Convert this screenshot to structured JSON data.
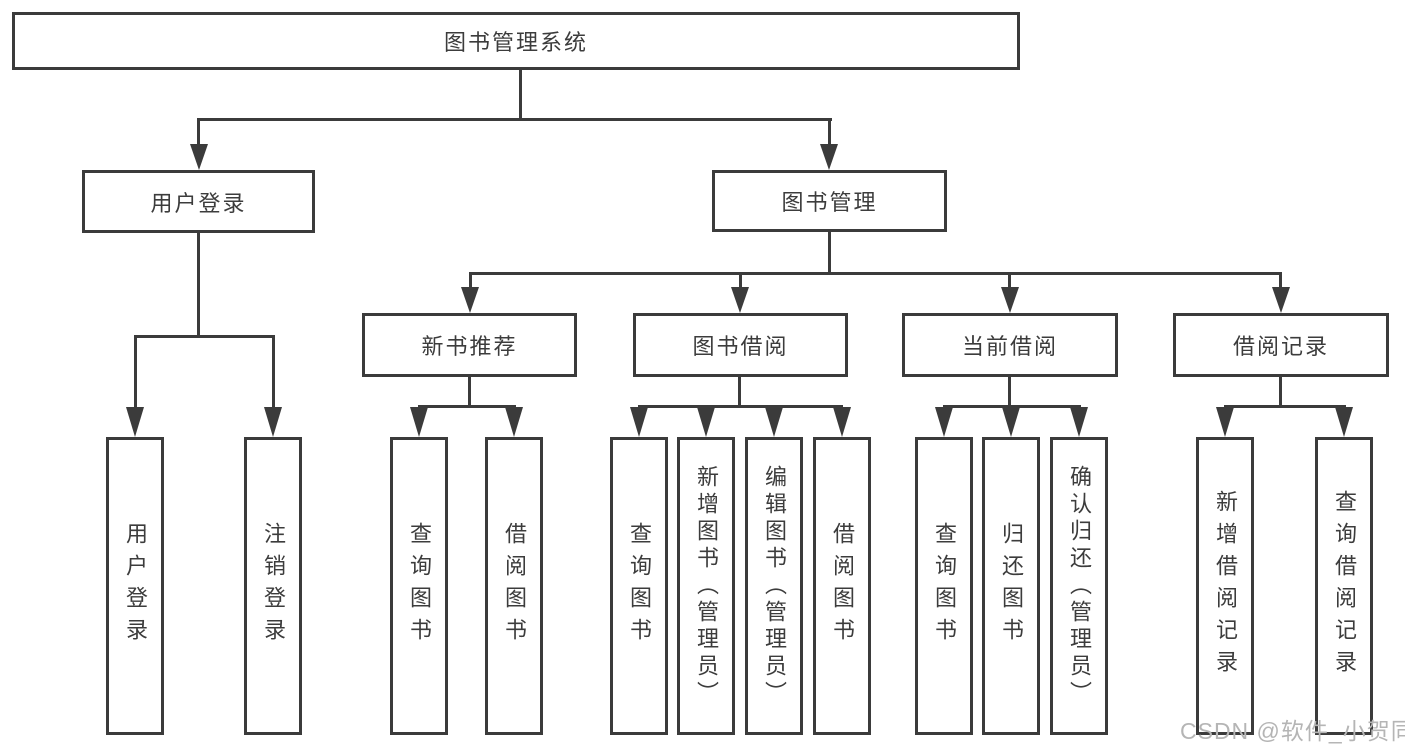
{
  "diagram_type": "hierarchy-tree",
  "tree": {
    "label": "图书管理系统",
    "children": [
      {
        "label": "用户登录",
        "children": [
          {
            "label": "用户登录",
            "children": []
          },
          {
            "label": "注销登录",
            "children": []
          }
        ]
      },
      {
        "label": "图书管理",
        "children": [
          {
            "label": "新书推荐",
            "children": [
              {
                "label": "查询图书",
                "children": []
              },
              {
                "label": "借阅图书",
                "children": []
              }
            ]
          },
          {
            "label": "图书借阅",
            "children": [
              {
                "label": "查询图书",
                "children": []
              },
              {
                "label": "新增图书（管理员）",
                "children": []
              },
              {
                "label": "编辑图书（管理员）",
                "children": []
              },
              {
                "label": "借阅图书",
                "children": []
              }
            ]
          },
          {
            "label": "当前借阅",
            "children": [
              {
                "label": "查询图书",
                "children": []
              },
              {
                "label": "归还图书",
                "children": []
              },
              {
                "label": "确认归还（管理员）",
                "children": []
              }
            ]
          },
          {
            "label": "借阅记录",
            "children": [
              {
                "label": "新增借阅记录",
                "children": []
              },
              {
                "label": "查询借阅记录",
                "children": []
              }
            ]
          }
        ]
      }
    ]
  },
  "watermark": {
    "text": "CSDN @软件_小贺同学"
  },
  "colors": {
    "line": "#3b3b3b",
    "box_border": "#3b3b3b",
    "text": "#3c3c3c",
    "watermark": "#b5b5b5",
    "background": "#ffffff"
  }
}
